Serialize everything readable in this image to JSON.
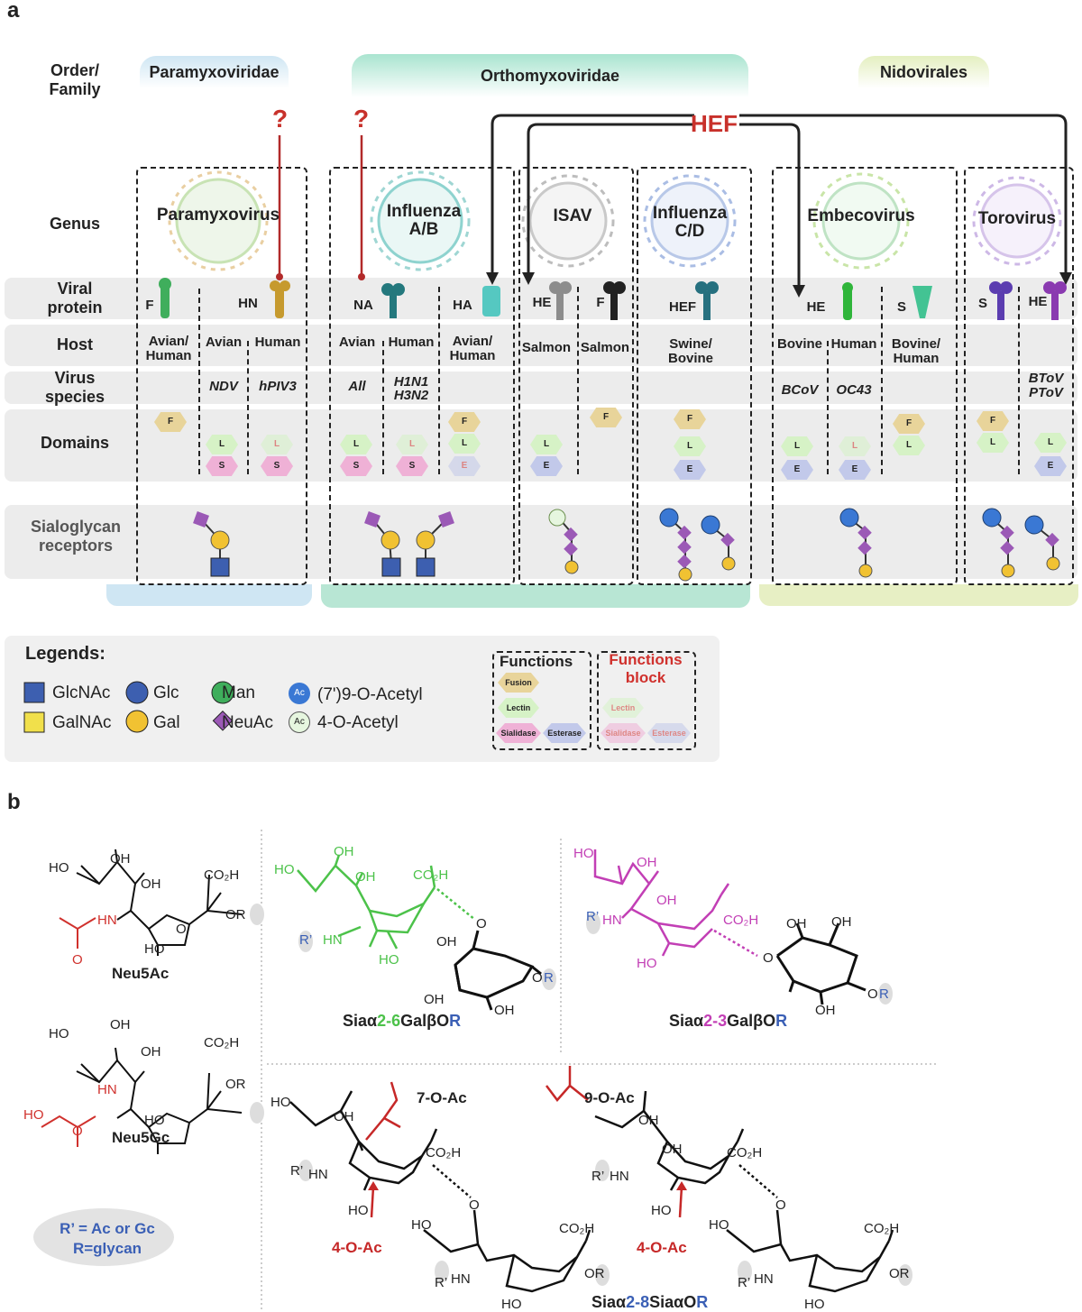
{
  "panel_a": "a",
  "panel_b": "b",
  "row_labels": {
    "order": "Order/\nFamily",
    "genus": "Genus",
    "protein": "Viral\nprotein",
    "host": "Host",
    "species": "Virus\nspecies",
    "domains": "Domains",
    "receptors": "Sialoglycan\nreceptors"
  },
  "families": [
    "Paramyxoviridae",
    "Orthomyxoviridae",
    "Nidovirales"
  ],
  "hef_label": "HEF",
  "question_mark": "?",
  "genera": [
    "Paramyxovirus",
    "Influenza\nA/B",
    "ISAV",
    "Influenza\nC/D",
    "Embecovirus",
    "Torovirus"
  ],
  "proteins": [
    "F",
    "HN",
    "NA",
    "HA",
    "HE",
    "F",
    "HEF",
    "HE",
    "S",
    "S",
    "HE"
  ],
  "hosts": [
    "Avian/\nHuman",
    "Avian",
    "Human",
    "Avian",
    "Human",
    "Avian/\nHuman",
    "Salmon",
    "Salmon",
    "Swine/\nBovine",
    "Bovine",
    "Human",
    "Bovine/\nHuman"
  ],
  "species": [
    "NDV",
    "hPIV3",
    "All",
    "H1N1\nH3N2",
    "BCoV",
    "OC43",
    "BToV\nPToV"
  ],
  "domain_letters": {
    "F": "F",
    "L": "L",
    "S": "S",
    "E": "E"
  },
  "legend": {
    "title": "Legends:",
    "items": [
      "GlcNAc",
      "Glc",
      "Man",
      "GalNAc",
      "Gal",
      "NeuAc",
      "(7')9-O-Acetyl",
      "4-O-Acetyl"
    ],
    "ac": "Ac",
    "functions_title": "Functions",
    "functions": [
      "Fusion",
      "Lectin",
      "Sialidase",
      "Esterase"
    ],
    "block_title": "Functions\nblock",
    "block": [
      "Lectin",
      "Sialidase",
      "Esterase"
    ]
  },
  "chem": {
    "neu5ac": "Neu5Ac",
    "neu5gc": "Neu5Gc",
    "r_def_1": "R’ = Ac or Gc",
    "r_def_2": "R=glycan",
    "sia26_a": "Siaα",
    "sia26_b": "2-6",
    "sia26_c": "GalβO",
    "sia26_d": "R",
    "sia23_a": "Siaα",
    "sia23_b": "2-3",
    "sia23_c": "GalβO",
    "sia23_d": "R",
    "sia28_a": "Siaα",
    "sia28_b": "2-8",
    "sia28_c": "SiaαO",
    "sia28_d": "R",
    "o7ac": "7-O-Ac",
    "o9ac": "9-O-Ac",
    "o4ac": "4-O-Ac",
    "oh": "OH",
    "ho": "HO",
    "co2h": "CO₂H",
    "hn": "HN",
    "rprime": "R’",
    "or": "OR",
    "r": "R",
    "o": "O"
  },
  "colors": {
    "blue_band": "#cfe6f3",
    "green_band": "#b8e6d4",
    "yellow_band": "#e7efc4",
    "hef_red": "#c8312b",
    "glcnac": "#3d5fb0",
    "gal": "#f1c232",
    "neuac": "#9b59b6",
    "sia26": "#4cc24a",
    "sia23": "#c23fb5"
  }
}
